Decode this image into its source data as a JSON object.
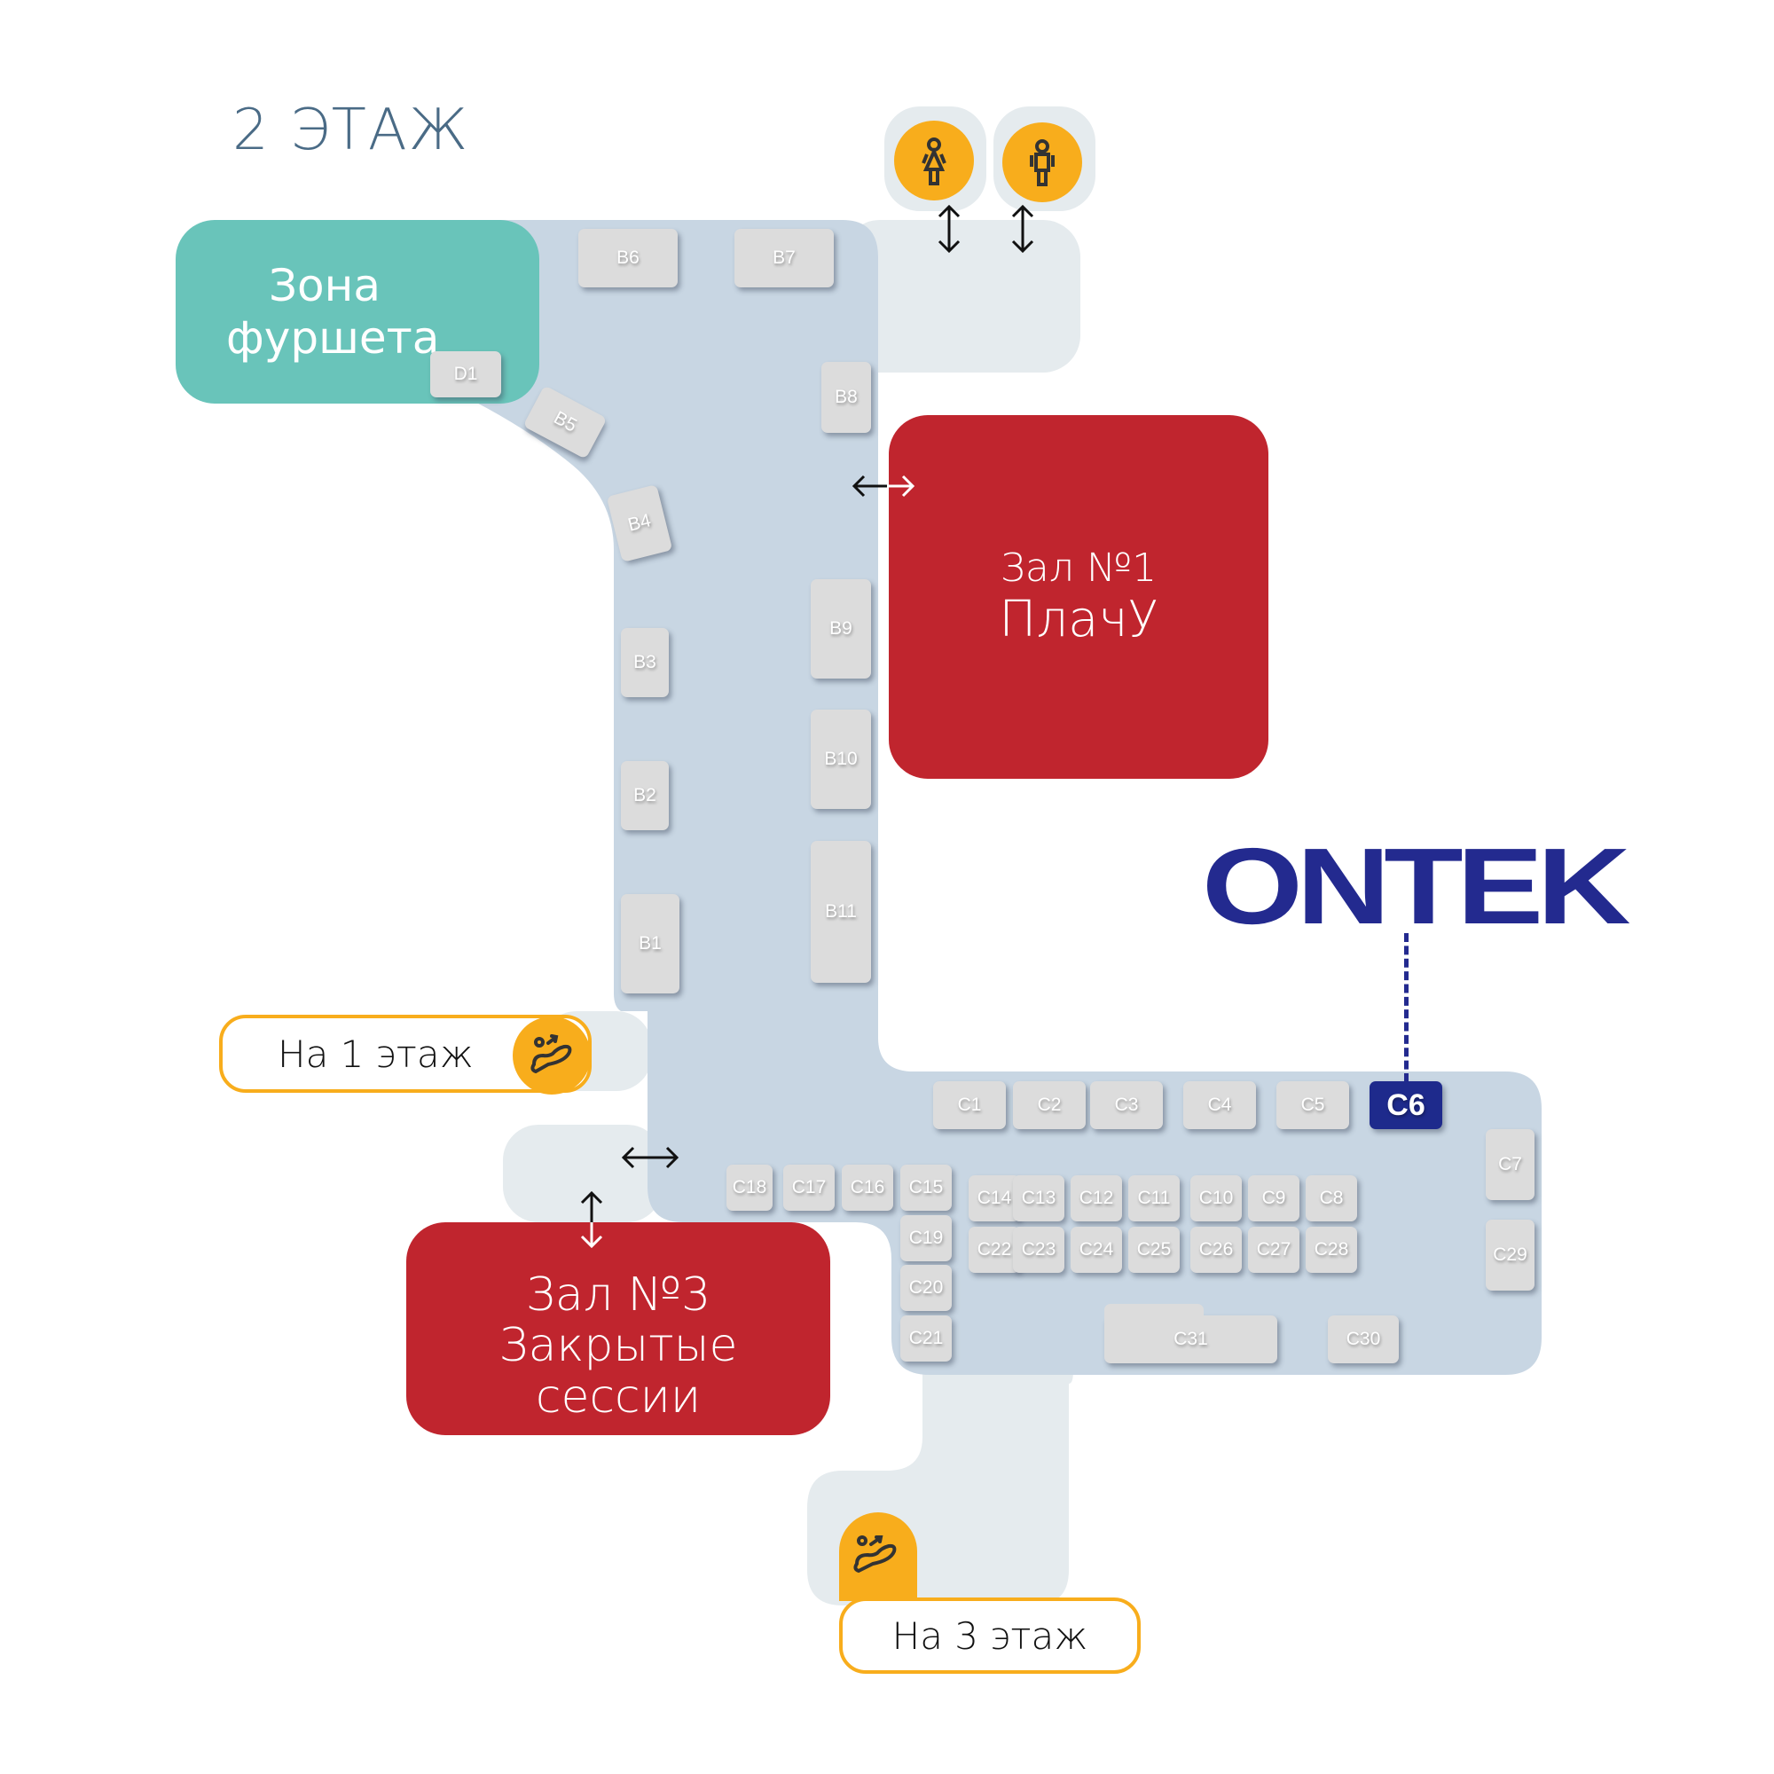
{
  "map": {
    "floor_title": "2 ЭТАЖ",
    "buffet_zone": {
      "line1": "Зона",
      "line2": "фуршета"
    },
    "halls": [
      {
        "id": "hall-1",
        "line1": "Зал №1",
        "line2": "ПлачУ"
      },
      {
        "id": "hall-3",
        "line1": "Зал №3",
        "line2": "Закрытые",
        "line3": "сессии"
      }
    ],
    "exits": [
      {
        "id": "to-floor-1",
        "label": "На 1 этаж",
        "icon": "escalator-icon"
      },
      {
        "id": "to-floor-3",
        "label": "На 3 этаж",
        "icon": "escalator-icon"
      }
    ],
    "restrooms": [
      {
        "id": "women",
        "icon": "woman-restroom-icon"
      },
      {
        "id": "men",
        "icon": "man-restroom-icon"
      }
    ],
    "highlight": {
      "exhibitor": "ONTEK",
      "booth": "C6",
      "color": "#232a8f"
    },
    "colors": {
      "hall": "#c0252e",
      "buffet": "#69c4ba",
      "accent": "#f8ad1c",
      "corridor": "#c8d6e3",
      "booth": "#dcdcdc"
    },
    "booths": {
      "D1": "D1",
      "B1": "B1",
      "B2": "B2",
      "B3": "B3",
      "B4": "B4",
      "B5": "B5",
      "B6": "B6",
      "B7": "B7",
      "B8": "B8",
      "B9": "B9",
      "B10": "B10",
      "B11": "B11",
      "C1": "C1",
      "C2": "C2",
      "C3": "C3",
      "C4": "C4",
      "C5": "C5",
      "C6": "C6",
      "C7": "C7",
      "C8": "C8",
      "C9": "C9",
      "C10": "C10",
      "C11": "C11",
      "C12": "C12",
      "C13": "C13",
      "C14": "C14",
      "C15": "C15",
      "C16": "C16",
      "C17": "C17",
      "C18": "C18",
      "C19": "C19",
      "C20": "C20",
      "C21": "C21",
      "C22": "C22",
      "C23": "C23",
      "C24": "C24",
      "C25": "C25",
      "C26": "C26",
      "C27": "C27",
      "C28": "C28",
      "C29": "C29",
      "C30": "C30",
      "C31": "C31"
    }
  }
}
